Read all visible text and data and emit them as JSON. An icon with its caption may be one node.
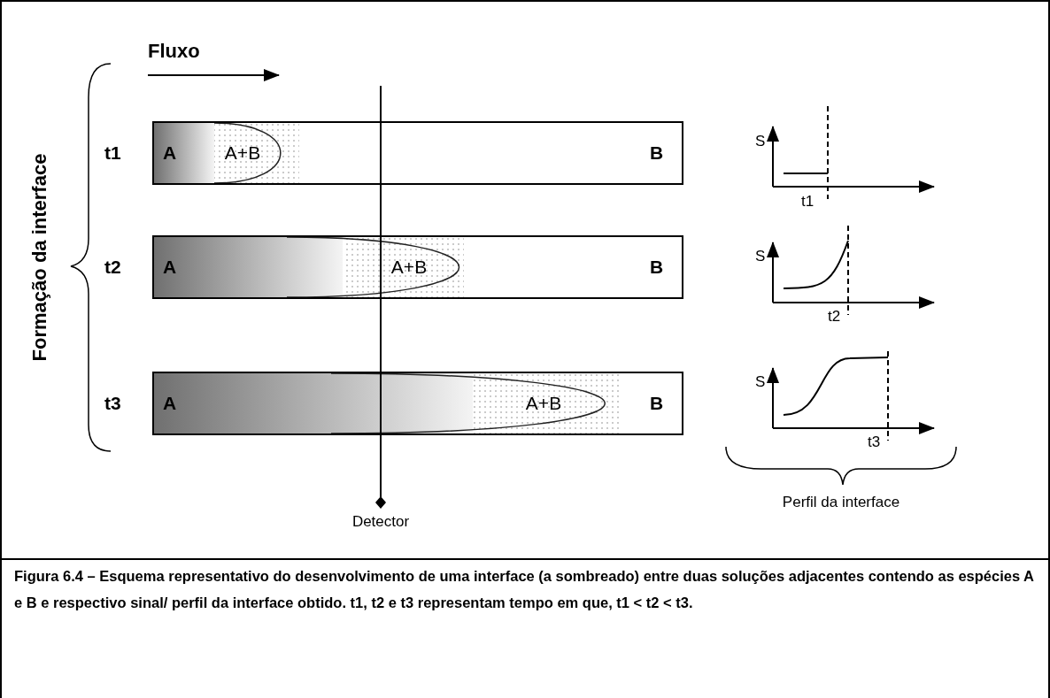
{
  "diagram": {
    "caption": "Figura 6.4 – Esquema representativo do desenvolvimento de uma interface (a sombreado) entre duas soluções adjacentes contendo as espécies A e B e respectivo sinal/ perfil da interface obtido. t1, t2 e t3 representam tempo em que, t1 < t2 < t3.",
    "nodes": [
      {
        "text": [
          "A",
          "A+B",
          "B"
        ],
        "beside": [
          "t1"
        ]
      },
      {
        "text": [
          "A",
          "A+B",
          "B"
        ],
        "beside": [
          "t2"
        ]
      },
      {
        "text": [
          "A",
          "A+B",
          "B"
        ],
        "beside": [
          "t3"
        ]
      }
    ],
    "edges": [],
    "labels": [
      "Fluxo",
      "Formação da interface",
      "S",
      "t1",
      "S",
      "t2",
      "S",
      "t3",
      "Detector",
      "Perfil da interface"
    ]
  }
}
